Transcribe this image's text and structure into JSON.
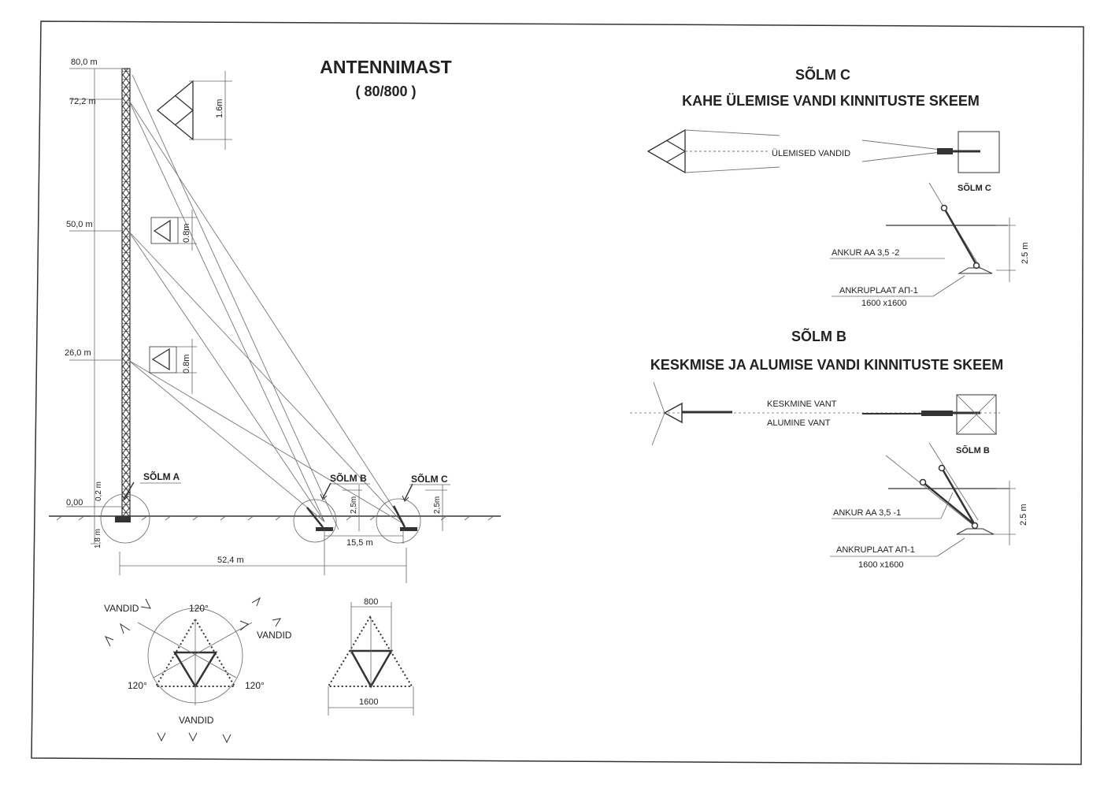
{
  "titles": {
    "main_title": "ANTENNIMAST",
    "main_subtitle": "( 80/800 )",
    "c_title": "SÕLM C",
    "c_subtitle": "KAHE ÜLEMISE VANDI KINNITUSTE SKEEM",
    "b_title": "SÕLM B",
    "b_subtitle": "KESKMISE JA ALUMISE VANDI KINNITUSTE SKEEM"
  },
  "elevations": {
    "top": "80,0 m",
    "guy_upper": "72,2 m",
    "guy_middle": "50,0 m",
    "guy_lower": "26,0 m",
    "ground": "0,00",
    "foundation_top": "0,2 m",
    "foundation_depth": "1,8 m"
  },
  "section_sizes": {
    "upper": "1.6m",
    "middle": "0.8m",
    "lower": "0.8m"
  },
  "nodes": {
    "node_a": "SÕLM A",
    "node_b": "SÕLM B",
    "node_c": "SÕLM C",
    "depth_b": "2,5m",
    "depth_c": "2,5m",
    "distance_bc": "15,5 m",
    "distance_total": "52,4 m"
  },
  "plan_view": {
    "guys_label_1": "VANDID",
    "guys_label_2": "VANDID",
    "guys_label_3": "VANDID",
    "angle_1": "120°",
    "angle_2": "120°",
    "angle_3": "120°",
    "inner_width": "800",
    "outer_width": "1600"
  },
  "detail_c": {
    "guy_label": "ÜLEMISED VANDID",
    "node_label": "SÕLM C",
    "anchor": "ANKUR  AA 3,5 -2",
    "plate": "ANKRUPLAAT  AП-1",
    "plate_size": "1600 x1600",
    "depth": "2.5 m"
  },
  "detail_b": {
    "guy_middle": "KESKMINE  VANT",
    "guy_lower": "ALUMINE  VANT",
    "node_label": "SÕLM B",
    "anchor": "ANKUR  AA 3,5 -1",
    "plate": "ANKRUPLAAT  AП-1",
    "plate_size": "1600 x1600",
    "depth": "2.5 m"
  }
}
